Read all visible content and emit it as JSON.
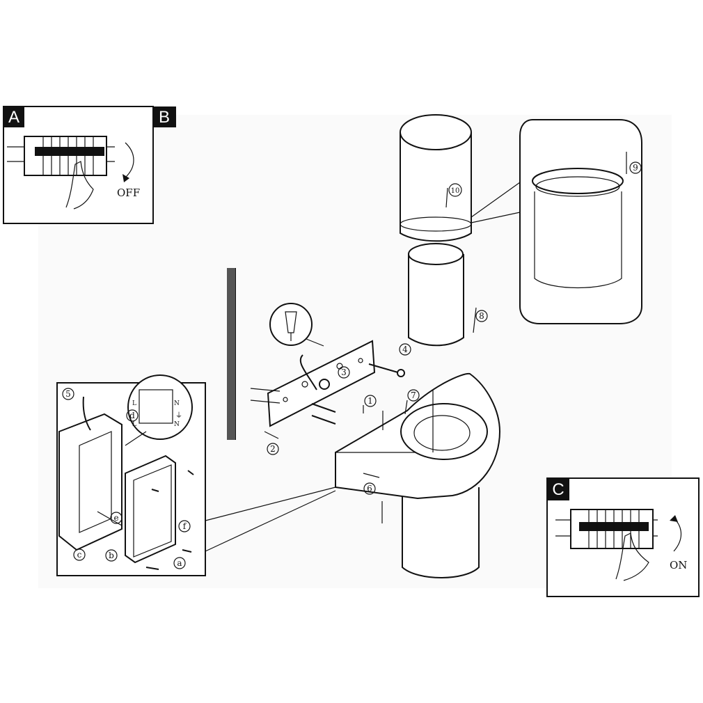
{
  "panels": {
    "a": {
      "letter": "A",
      "switch_label": "OFF"
    },
    "b": {
      "letter": "B"
    },
    "c": {
      "letter": "C",
      "switch_label": "ON"
    }
  },
  "steps": {
    "s1": "1",
    "s2": "2",
    "s3": "3",
    "s4": "4",
    "s5": "5",
    "s6": "6",
    "s7": "7",
    "s8": "8",
    "s9": "9",
    "s10": "10"
  },
  "terminal_steps": {
    "a": "a",
    "b": "b",
    "c": "c",
    "d": "d",
    "e": "e",
    "f": "f"
  },
  "terminal_labels": {
    "l_top": "L",
    "n_top": "N",
    "l_bot": "L",
    "n_bot": "N",
    "ground": "⏚"
  }
}
